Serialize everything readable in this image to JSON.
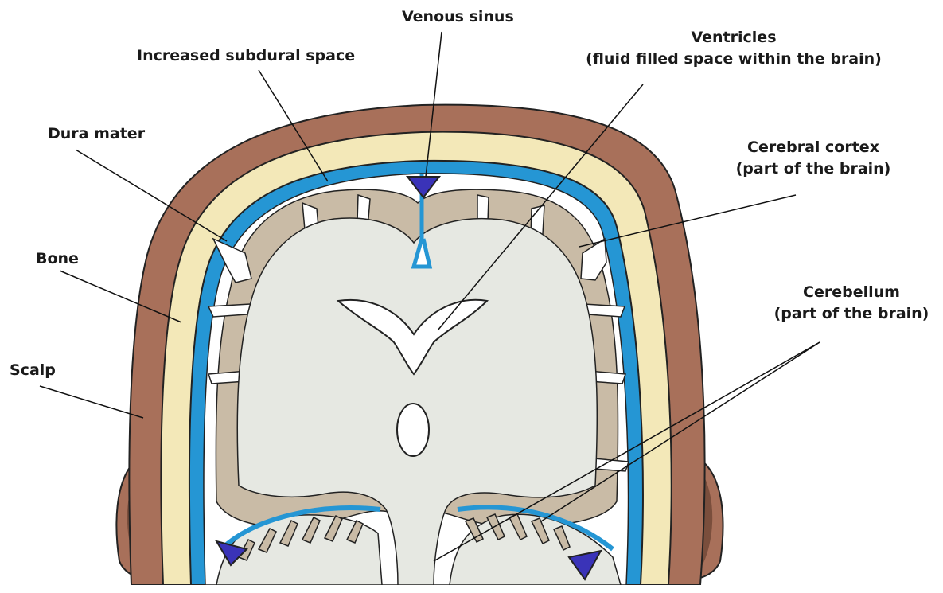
{
  "labels": {
    "venous_sinus": "Venous sinus",
    "subdural": "Increased subdural space",
    "ventricles_line1": "Ventricles",
    "ventricles_line2": "(fluid filled space within the brain)",
    "dura": "Dura mater",
    "cortex_line1": "Cerebral cortex",
    "cortex_line2": "(part of the brain)",
    "bone": "Bone",
    "cerebellum_line1": "Cerebellum",
    "cerebellum_line2": "(part of the brain)",
    "scalp": "Scalp"
  },
  "colors": {
    "scalp": "#a8705a",
    "scalp_dark": "#7a4e3c",
    "bone": "#f3e8b8",
    "dura": "#2596d4",
    "venous_sinus": "#3a33b8",
    "grey_matter": "#c9bba6",
    "white_matter": "#e6e8e2",
    "space": "#ffffff"
  }
}
